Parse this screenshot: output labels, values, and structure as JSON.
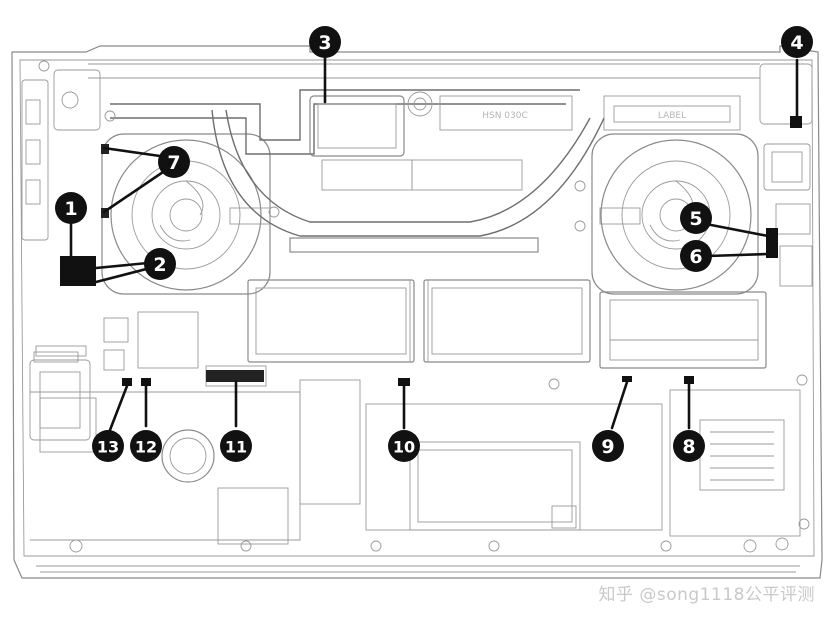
{
  "callouts": [
    {
      "id": "callout-1",
      "label": "1"
    },
    {
      "id": "callout-2",
      "label": "2"
    },
    {
      "id": "callout-3",
      "label": "3"
    },
    {
      "id": "callout-4",
      "label": "4"
    },
    {
      "id": "callout-5",
      "label": "5"
    },
    {
      "id": "callout-6",
      "label": "6"
    },
    {
      "id": "callout-7",
      "label": "7"
    },
    {
      "id": "callout-8",
      "label": "8"
    },
    {
      "id": "callout-9",
      "label": "9"
    },
    {
      "id": "callout-10",
      "label": "10"
    },
    {
      "id": "callout-11",
      "label": "11"
    },
    {
      "id": "callout-12",
      "label": "12"
    },
    {
      "id": "callout-13",
      "label": "13"
    }
  ],
  "board_markings": {
    "right_fan_label": "LABEL",
    "heatsink_label": "HSN 030C"
  },
  "watermark": "知乎 @song1118公平评测"
}
